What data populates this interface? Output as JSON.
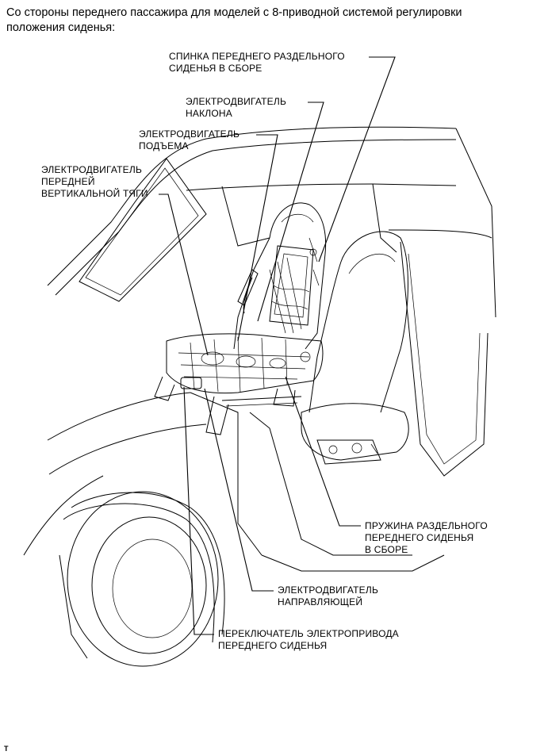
{
  "caption": {
    "line1": "Со стороны переднего пассажира для моделей с 8-приводной системой регулировки",
    "line2": "положения сиденья:"
  },
  "labels": {
    "seatback": {
      "line1": "СПИНКА ПЕРЕДНЕГО РАЗДЕЛЬНОГО",
      "line2": "СИДЕНЬЯ В СБОРЕ"
    },
    "recline_motor": {
      "line1": "ЭЛЕКТРОДВИГАТЕЛЬ",
      "line2": "НАКЛОНА"
    },
    "lifter_motor": {
      "line1": "ЭЛЕКТРОДВИГАТЕЛЬ",
      "line2": "ПОДЪЕМА"
    },
    "front_vertical_motor": {
      "line1": "ЭЛЕКТРОДВИГАТЕЛЬ",
      "line2": "ПЕРЕДНЕЙ",
      "line3": "ВЕРТИКАЛЬНОЙ ТЯГИ"
    },
    "spring": {
      "line1": "ПРУЖИНА РАЗДЕЛЬНОГО",
      "line2": "ПЕРЕДНЕГО СИДЕНЬЯ",
      "line3": "В СБОРЕ"
    },
    "slide_motor": {
      "line1": "ЭЛЕКТРОДВИГАТЕЛЬ",
      "line2": "НАПРАВЛЯЮЩЕЙ"
    },
    "switch": {
      "line1": "ПЕРЕКЛЮЧАТЕЛЬ ЭЛЕКТРОПРИВОДА",
      "line2": "ПЕРЕДНЕГО СИДЕНЬЯ"
    }
  },
  "corner_mark": "T"
}
